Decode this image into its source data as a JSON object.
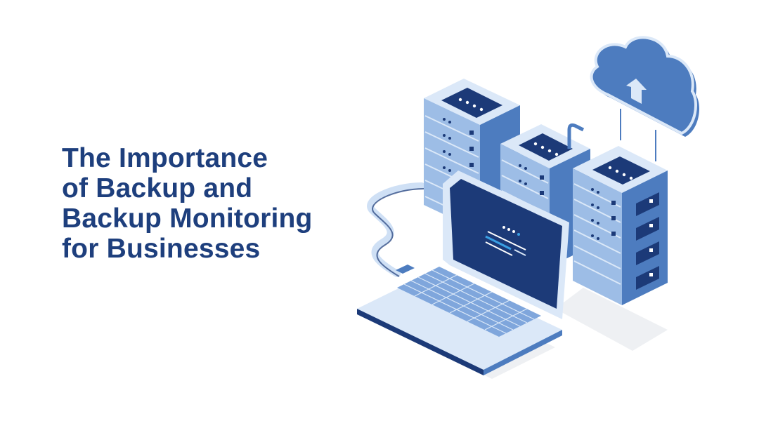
{
  "hero": {
    "title_lines": [
      "The Importance",
      "of Backup and",
      "Backup Monitoring",
      "for Businesses"
    ],
    "title_color": "#1e3f7d"
  },
  "illustration": {
    "description": "Isometric server racks connected to cloud and laptop",
    "elements": [
      "server-rack-left",
      "server-rack-middle",
      "server-rack-right",
      "cloud-upload",
      "laptop",
      "cable"
    ],
    "colors": {
      "dark_navy": "#1c3a78",
      "mid_blue": "#4d7cbf",
      "light_blue": "#9dbde6",
      "pale_blue": "#dbe8f8",
      "accent_cyan": "#3aa0e4",
      "shadow": "#eef0f3"
    },
    "cloud_icon": "upload-arrow-icon"
  }
}
